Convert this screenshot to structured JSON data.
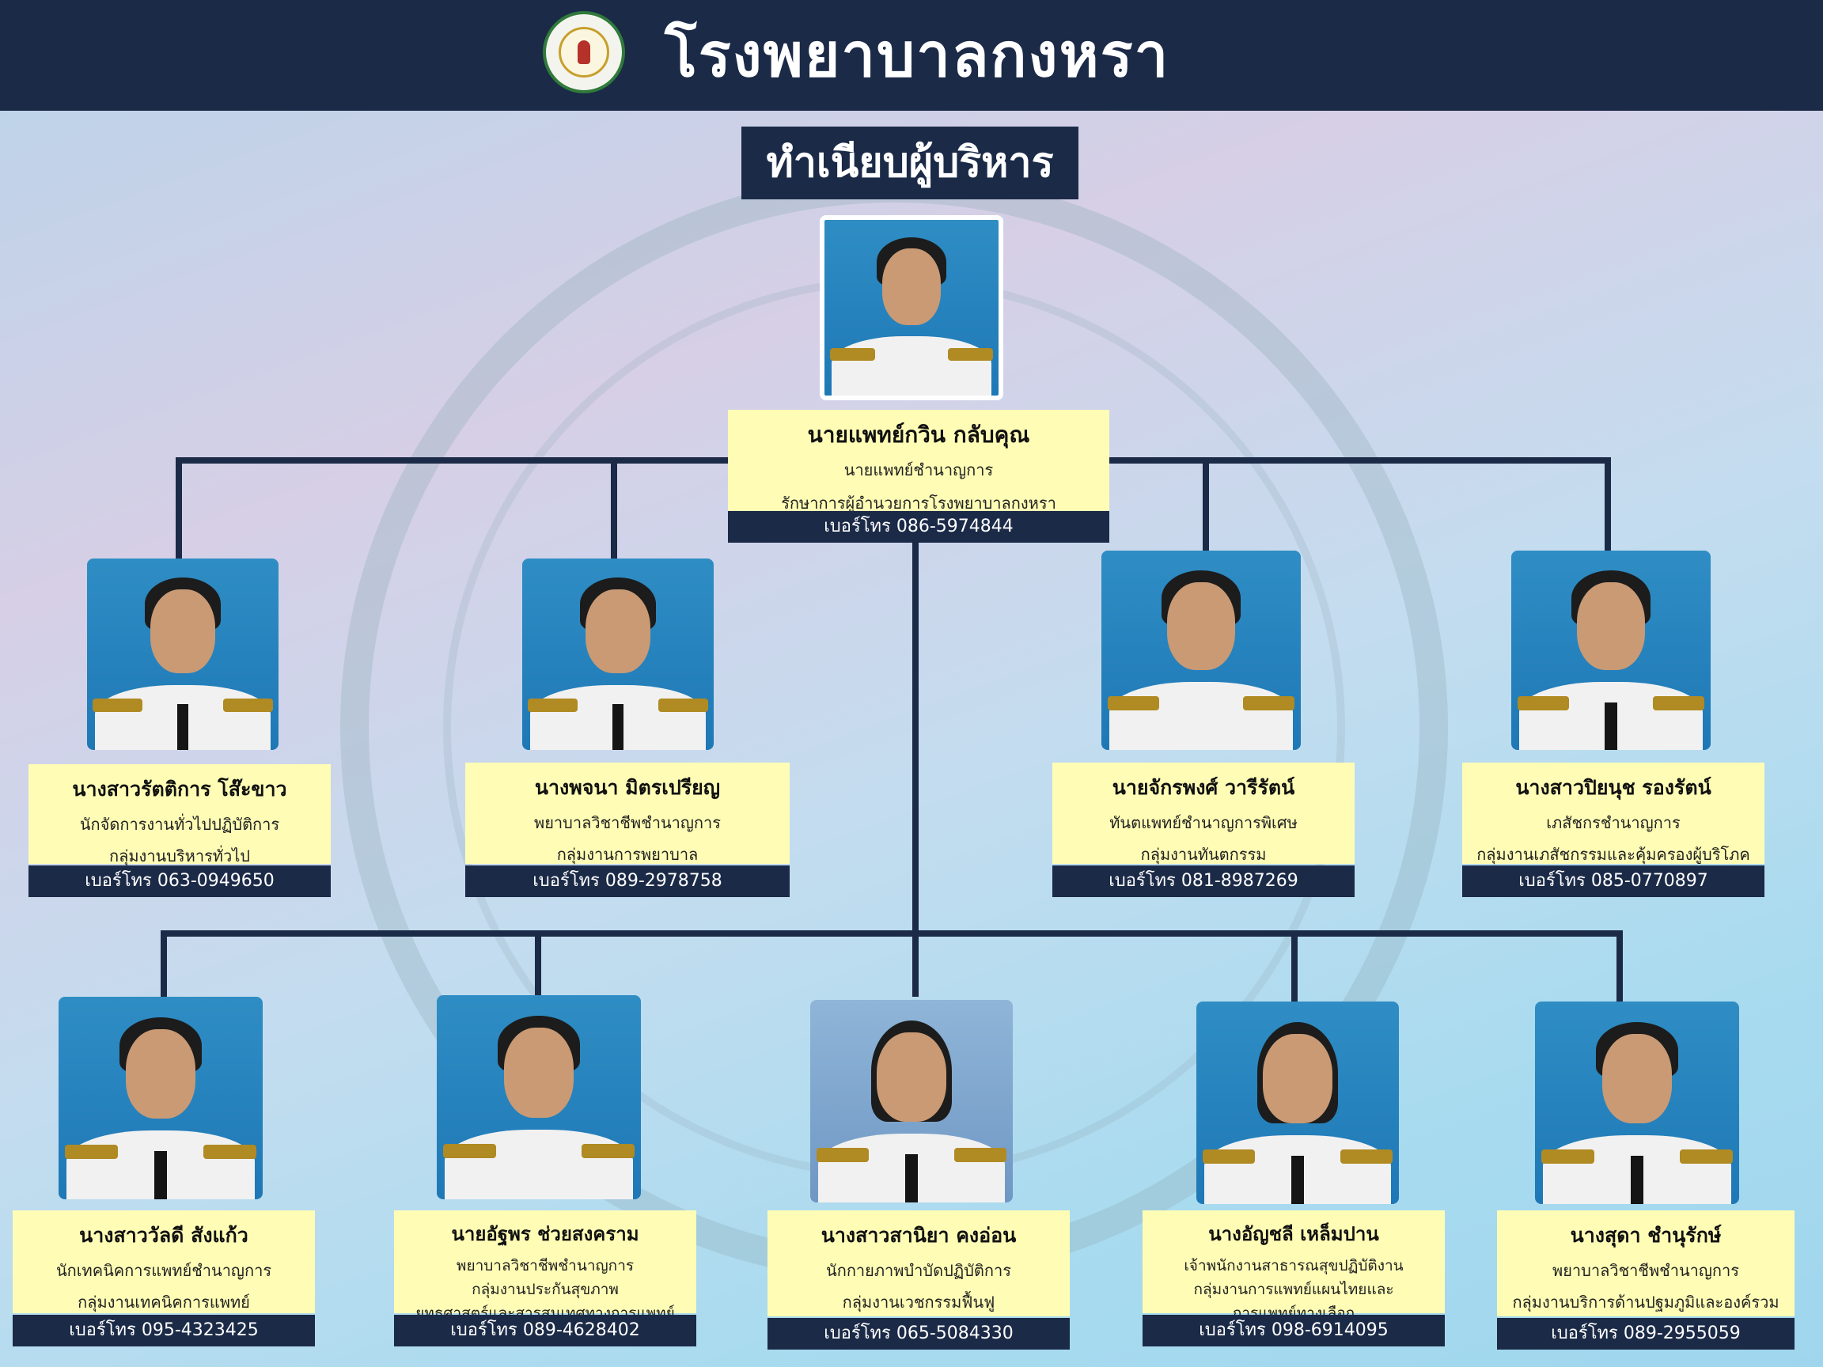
{
  "header": {
    "title": "โรงพยาบาลกงหรา"
  },
  "subtitle": "ทำเนียบผู้บริหาร",
  "director": {
    "name": "นายแพทย์กวิน กลับคุณ",
    "position": "นายแพทย์ชำนาญการ",
    "role": "รักษาการผู้อำนวยการโรงพยาบาลกงหรา",
    "phone": "เบอร์โทร 086-5974844"
  },
  "row1": [
    {
      "name": "นางสาวรัตติการ โส๊ะขาว",
      "position": "นักจัดการงานทั่วไปปฏิบัติการ",
      "group": "กลุ่มงานบริหารทั่วไป",
      "phone": "เบอร์โทร 063-0949650"
    },
    {
      "name": "นางพจนา มิตรเปรียญ",
      "position": "พยาบาลวิชาชีพชำนาญการ",
      "group": "กลุ่มงานการพยาบาล",
      "phone": "เบอร์โทร 089-2978758"
    },
    {
      "name": "นายจักรพงศ์ วารีรัตน์",
      "position": "ทันตแพทย์ชำนาญการพิเศษ",
      "group": "กลุ่มงานทันตกรรม",
      "phone": "เบอร์โทร 081-8987269"
    },
    {
      "name": "นางสาวปิยนุช รองรัตน์",
      "position": "เภสัชกรชำนาญการ",
      "group": "กลุ่มงานเภสัชกรรมและคุ้มครองผู้บริโภค",
      "phone": "เบอร์โทร 085-0770897"
    }
  ],
  "row2": [
    {
      "name": "นางสาววัลดี สังแก้ว",
      "position": "นักเทคนิคการแพทย์ชำนาญการ",
      "group": "กลุ่มงานเทคนิคการแพทย์",
      "group2": "",
      "phone": "เบอร์โทร 095-4323425"
    },
    {
      "name": "นายอัฐพร ช่วยสงคราม",
      "position": "พยาบาลวิชาชีพชำนาญการ",
      "group": "กลุ่มงานประกันสุขภาพ",
      "group2": "ยุทธศาสตร์และสารสนเทศทางการแพทย์",
      "phone": "เบอร์โทร 089-4628402"
    },
    {
      "name": "นางสาวสานิยา คงอ่อน",
      "position": "นักกายภาพบำบัดปฏิบัติการ",
      "group": "กลุ่มงานเวชกรรมฟื้นฟู",
      "group2": "",
      "phone": "เบอร์โทร 065-5084330"
    },
    {
      "name": "นางอัญชลี เหล็มปาน",
      "position": "เจ้าพนักงานสาธารณสุขปฏิบัติงาน",
      "group": "กลุ่มงานการแพทย์แผนไทยและ",
      "group2": "การแพทย์ทางเลือก",
      "phone": "เบอร์โทร 098-6914095"
    },
    {
      "name": "นางสุดา ชำนุรักษ์",
      "position": "พยาบาลวิชาชีพชำนาญการ",
      "group": "กลุ่มงานบริการด้านปฐมภูมิและองค์รวม",
      "group2": "",
      "phone": "เบอร์โทร 089-2955059"
    }
  ]
}
